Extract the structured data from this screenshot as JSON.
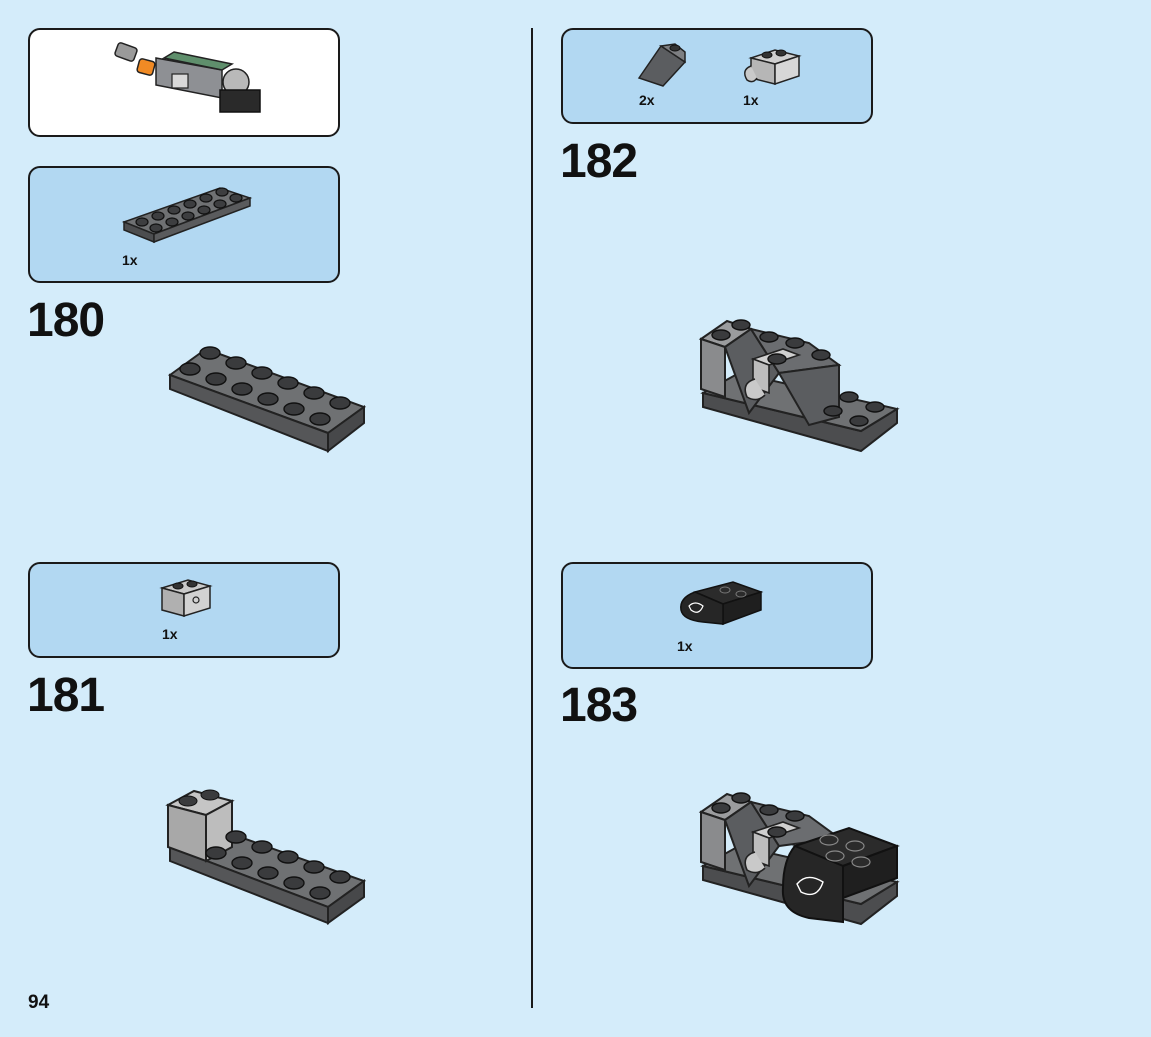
{
  "page": {
    "number": "94"
  },
  "colors": {
    "background": "#d4ecfa",
    "callout": "#b2d8f2",
    "dark_gray": "#5b5d60",
    "light_gray": "#a4a6a8",
    "black": "#222222"
  },
  "submodel_callout": {
    "icon": "assembled-submodel-image"
  },
  "steps": [
    {
      "number": "180",
      "parts": [
        {
          "qty": "1x",
          "icon": "plate-2x6-dark-gray"
        }
      ],
      "model_icon": "model-step-180"
    },
    {
      "number": "181",
      "parts": [
        {
          "qty": "1x",
          "icon": "brick-1x2-light-gray"
        }
      ],
      "model_icon": "model-step-181"
    },
    {
      "number": "182",
      "parts": [
        {
          "qty": "2x",
          "icon": "slope-dark-gray"
        },
        {
          "qty": "1x",
          "icon": "brick-with-clip-light-gray"
        }
      ],
      "model_icon": "model-step-182"
    },
    {
      "number": "183",
      "parts": [
        {
          "qty": "1x",
          "icon": "black-bracket-piece"
        }
      ],
      "model_icon": "model-step-183"
    }
  ]
}
